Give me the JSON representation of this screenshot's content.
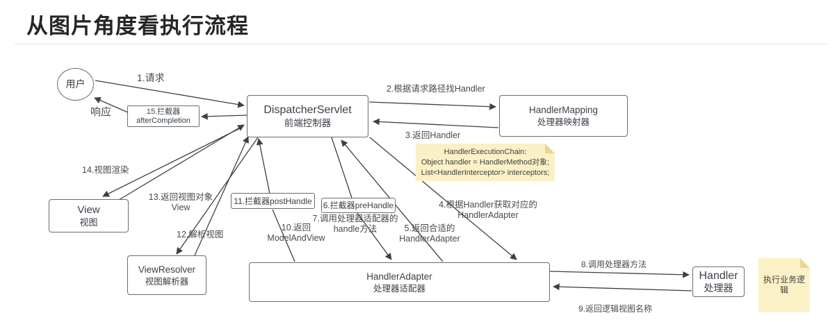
{
  "page": {
    "title": "从图片角度看执行流程"
  },
  "nodes": {
    "user": {
      "label": "用户"
    },
    "after_interceptor": {
      "line1": "15.拦截器",
      "line2": "afterCompletion"
    },
    "dispatcher": {
      "line1": "DispatcherServlet",
      "line2": "前端控制器"
    },
    "handler_mapping": {
      "line1": "HandlerMapping",
      "line2": "处理器映射器"
    },
    "view": {
      "line1": "View",
      "line2": "视图"
    },
    "post_handle": {
      "label": "11.拦截器postHandle"
    },
    "pre_handle": {
      "label": "6.拦截器preHandle"
    },
    "view_resolver": {
      "line1": "ViewResolver",
      "line2": "视图解析器"
    },
    "handler_adapter": {
      "line1": "HandlerAdapter",
      "line2": "处理器适配器"
    },
    "handler": {
      "line1": "Handler",
      "line2": "处理器"
    }
  },
  "notes": {
    "execution_chain": {
      "line1": "HandlerExecutionChain:",
      "line2": "Object handler = HandlerMethod对象;",
      "line3": "List<HandlerInterceptor> interceptors;"
    },
    "business_logic": {
      "text": "执行业务逻辑"
    }
  },
  "labels": {
    "step1": "1.请求",
    "response": "响应",
    "step2": "2.根据请求路径找Handler",
    "step3": "3.返回Handler",
    "step4": "4.根据Handler获取对应的\nHandlerAdapter",
    "step5": "5.返回合适的\nHandlerAdapter",
    "step7": "7.调用处理器适配器的\nhandle方法",
    "step8": "8.调用处理器方法",
    "step9": "9.返回逻辑视图名称",
    "step10": "10.返回\nModelAndView",
    "step12": "12.解析视图",
    "step13": "13.返回视图对象\nView",
    "step14": "14.视图渲染"
  },
  "colors": {
    "line": "#3f3f3f",
    "box_border": "#676c73",
    "note_bg": "#faf2c6",
    "note_fold": "#e8d88f",
    "title": "#262626"
  }
}
